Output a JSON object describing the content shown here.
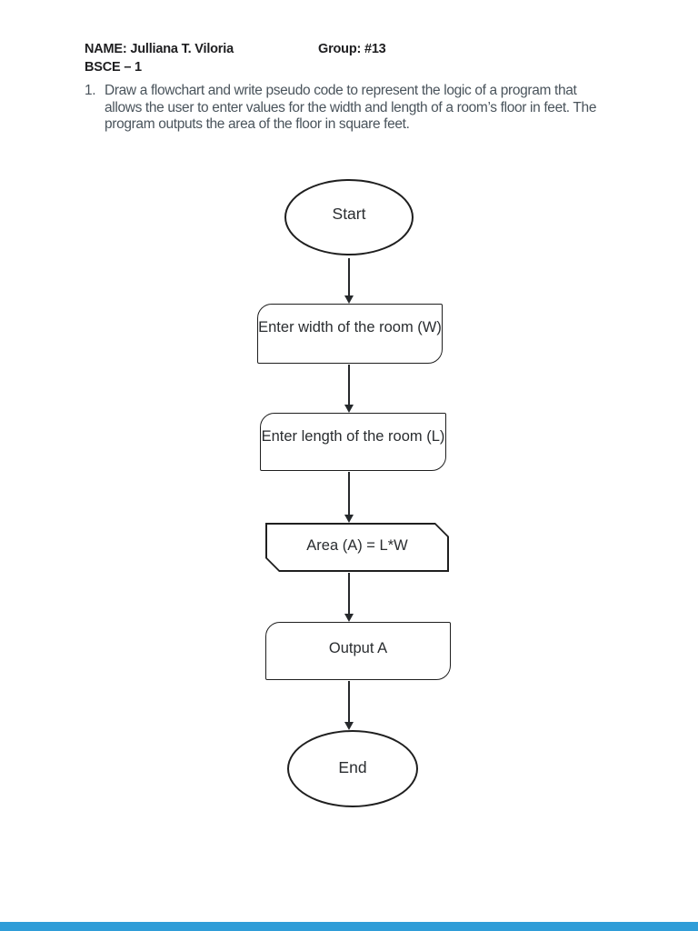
{
  "document": {
    "header": {
      "name": "NAME: Julliana T. Viloria",
      "group": "Group: #13",
      "course": "BSCE – 1"
    },
    "question": {
      "number": "1.",
      "text": "Draw a flowchart and write pseudo code to represent the logic of a program that allows the user to enter values for the width and length of a room’s floor in feet. The program outputs the area of the floor in square feet.",
      "lines": [
        "Draw a flowchart and write pseudo code to represent the logic of a program that",
        "allows the user to enter values for the width and length of a room’s floor in feet. The",
        "program outputs the area of the floor in square feet."
      ]
    }
  },
  "flowchart": {
    "nodes": [
      {
        "id": "start",
        "type": "terminator",
        "label": "Start"
      },
      {
        "id": "enter-width",
        "type": "data",
        "label": "Enter width of the room (W)"
      },
      {
        "id": "enter-length",
        "type": "data",
        "label": "Enter length of the room (L)"
      },
      {
        "id": "compute-area",
        "type": "process",
        "label": "Area (A) = L*W"
      },
      {
        "id": "output-area",
        "type": "data",
        "label": "Output A"
      },
      {
        "id": "end",
        "type": "terminator",
        "label": "End"
      }
    ],
    "edges": [
      {
        "from": "start",
        "to": "enter-width"
      },
      {
        "from": "enter-width",
        "to": "enter-length"
      },
      {
        "from": "enter-length",
        "to": "compute-area"
      },
      {
        "from": "compute-area",
        "to": "output-area"
      },
      {
        "from": "output-area",
        "to": "end"
      }
    ]
  },
  "colors": {
    "page_background": "#ffffff",
    "header_text": "#1e1e20",
    "question_text": "#4a545c",
    "shape_stroke": "#1f1f1f",
    "node_text": "#2a2d30",
    "viewer_bar": "#2f9dd8"
  }
}
